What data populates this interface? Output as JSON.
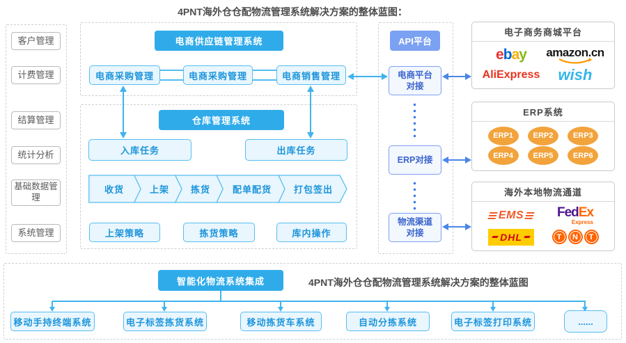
{
  "title": "4PNT海外仓仓配物流管理系统解决方案的整体蓝图：",
  "sidebar": {
    "items": [
      "客户管理",
      "计费管理",
      "结算管理",
      "统计分析",
      "基础数据管理",
      "系统管理"
    ]
  },
  "supply_chain": {
    "header": "电商供应链管理系统",
    "boxes": [
      "电商采购管理",
      "电商采购管理",
      "电商销售管理"
    ]
  },
  "warehouse": {
    "header": "仓库管理系统",
    "inbound": "入库任务",
    "outbound": "出库任务",
    "process": [
      "收货",
      "上架",
      "拣货",
      "配单配货",
      "打包签出"
    ],
    "strategies": [
      "上架策略",
      "拣货策略",
      "库内操作"
    ]
  },
  "api_platform": {
    "header": "API平台",
    "boxes": [
      "电商平台对接",
      "ERP对接",
      "物流渠道对接"
    ]
  },
  "panels": {
    "ecommerce": {
      "title": "电子商务商城平台",
      "ebay_letters": [
        "e",
        "b",
        "a",
        "y"
      ],
      "amazon": "amazon.cn",
      "aliexpress": "AliExpress",
      "wish": "wish"
    },
    "erp": {
      "title": "ERP系统",
      "items": [
        "ERP1",
        "ERP2",
        "ERP3",
        "ERP4",
        "ERP5",
        "ERP6"
      ]
    },
    "logistics": {
      "title": "海外本地物流通道",
      "ems": "EMS",
      "fedex": {
        "fed": "Fed",
        "ex": "Ex",
        "sub": "Express"
      },
      "dhl": "DHL",
      "tnt_letters": [
        "T",
        "N",
        "T"
      ]
    }
  },
  "bottom": {
    "header": "智能化物流系统集成",
    "caption": "4PNT海外仓仓配物流管理系统解决方案的整体蓝图",
    "systems": [
      "移动手持终端系统",
      "电子标签拣货系统",
      "移动拣货车系统",
      "自动分拣系统",
      "电子标签打印系统",
      "......"
    ]
  },
  "colors": {
    "header_blue": "#2fabea",
    "api_blue": "#7ba1f2",
    "box_border_blue": "#55bdf0",
    "box_text_blue": "#1d95dc",
    "arrow_cyan": "#3fb3ee",
    "arrow_blue": "#4a86e8",
    "erp_orange": "#f2a33c"
  }
}
